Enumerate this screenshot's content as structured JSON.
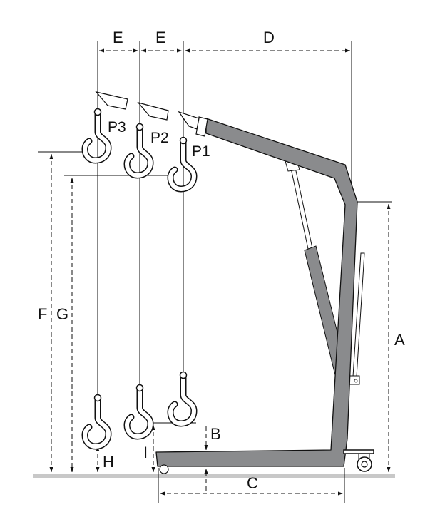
{
  "diagram": {
    "colors": {
      "frame": "#8a8b8d",
      "ground": "#c8c8c8",
      "line": "#111111"
    },
    "dimension_labels": {
      "A": "A",
      "B": "B",
      "C": "C",
      "D": "D",
      "E1": "E",
      "E2": "E",
      "F": "F",
      "G": "G",
      "H": "H",
      "I": "I"
    },
    "positions": {
      "P1": "P1",
      "P2": "P2",
      "P3": "P3"
    }
  }
}
